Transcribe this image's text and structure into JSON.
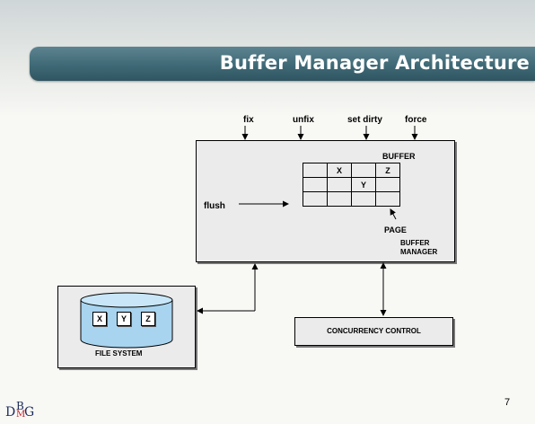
{
  "slide": {
    "title": "Buffer Manager Architecture",
    "page_number": "7",
    "logo": {
      "d": "D",
      "b": "B",
      "m": "M",
      "g": "G"
    }
  },
  "diagram": {
    "inputs": [
      "fix",
      "unfix",
      "set dirty",
      "force"
    ],
    "buffer_label": "BUFFER",
    "flush_label": "flush",
    "page_label": "PAGE",
    "manager_label_1": "BUFFER",
    "manager_label_2": "MANAGER",
    "buffer_grid": [
      [
        "",
        "X",
        "",
        "Z"
      ],
      [
        "",
        "",
        "Y",
        ""
      ],
      [
        "",
        "",
        "",
        ""
      ]
    ],
    "file_system": {
      "label": "FILE SYSTEM",
      "items": [
        "X",
        "Y",
        "Z"
      ]
    },
    "concurrency_label": "CONCURRENCY CONTROL"
  }
}
